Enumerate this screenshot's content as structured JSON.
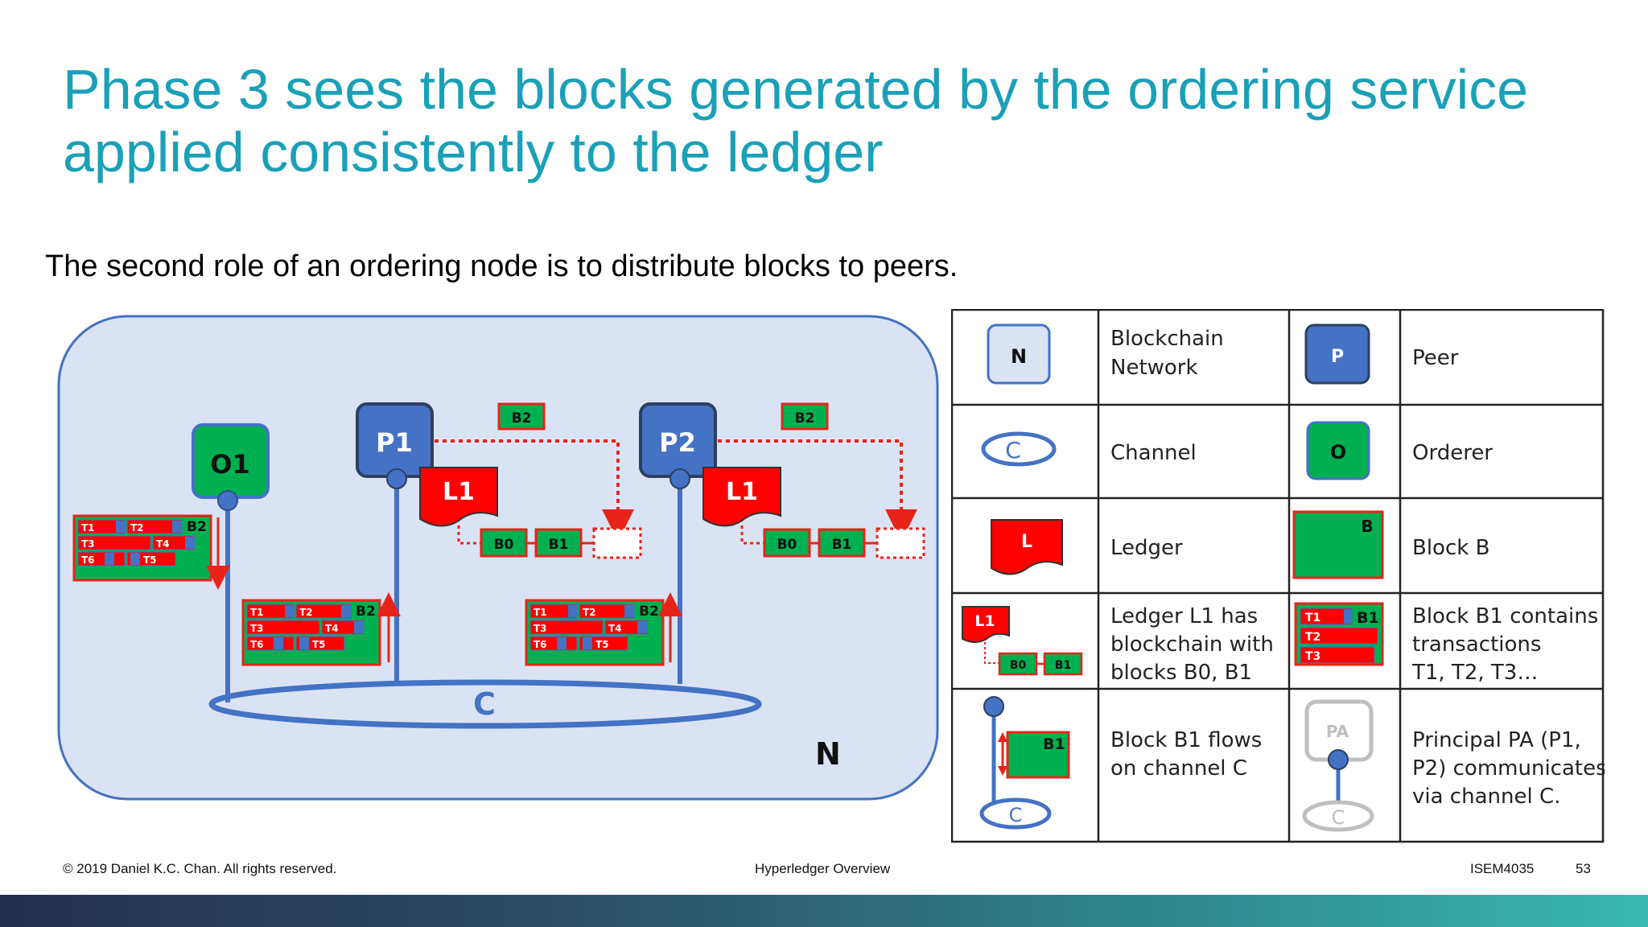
{
  "slide": {
    "title_line1": "Phase 3 sees the blocks generated by the ordering service",
    "title_line2": "applied consistently to the ledger",
    "subtitle": "The second role of an ordering node is to distribute blocks to peers."
  },
  "diagram": {
    "network_label": "N",
    "channel_label": "C",
    "orderer_label": "O1",
    "peer1_label": "P1",
    "peer2_label": "P2",
    "ledger_label": "L1",
    "block_label": "B2",
    "b0_label": "B0",
    "b1_label": "B1",
    "tx": {
      "t1": "T1",
      "t2": "T2",
      "t3": "T3",
      "t4": "T4",
      "t5": "T5",
      "t6": "T6"
    }
  },
  "legend": {
    "n_icon": "N",
    "n_desc_1": "Blockchain",
    "n_desc_2": "Network",
    "p_icon": "P",
    "p_desc": "Peer",
    "c_icon": "C",
    "c_desc": "Channel",
    "o_icon": "O",
    "o_desc": "Orderer",
    "l_icon": "L",
    "l_desc": "Ledger",
    "b_icon": "B",
    "b_desc": "Block B",
    "l1_desc_1": "Ledger L1 has",
    "l1_desc_2": "blockchain with",
    "l1_desc_3": "blocks B0, B1",
    "b1_desc_1": "Block B1 contains",
    "b1_desc_2": "transactions",
    "b1_desc_3": "T1, T2, T3…",
    "flow_desc_1": "Block B1 flows",
    "flow_desc_2": "on channel C",
    "pa_icon": "PA",
    "pa_desc_1": "Principal PA (P1,",
    "pa_desc_2": "P2) communicates",
    "pa_desc_3": "via channel C.",
    "l1_icon": "L1",
    "b0_icon": "B0",
    "b1_icon": "B1",
    "t1_icon": "T1",
    "t2_icon": "T2",
    "t3_icon": "T3"
  },
  "footer": {
    "copyright": "© 2019  Daniel K.C. Chan. All rights reserved.",
    "center": "Hyperledger Overview",
    "course": "ISEM4035",
    "page": "53"
  },
  "colors": {
    "title": "#1aa0b8",
    "peer_blue": "#4472c4",
    "orderer_green": "#00b050",
    "ledger_red": "#ff0000",
    "network_bg": "#dae3f3"
  }
}
